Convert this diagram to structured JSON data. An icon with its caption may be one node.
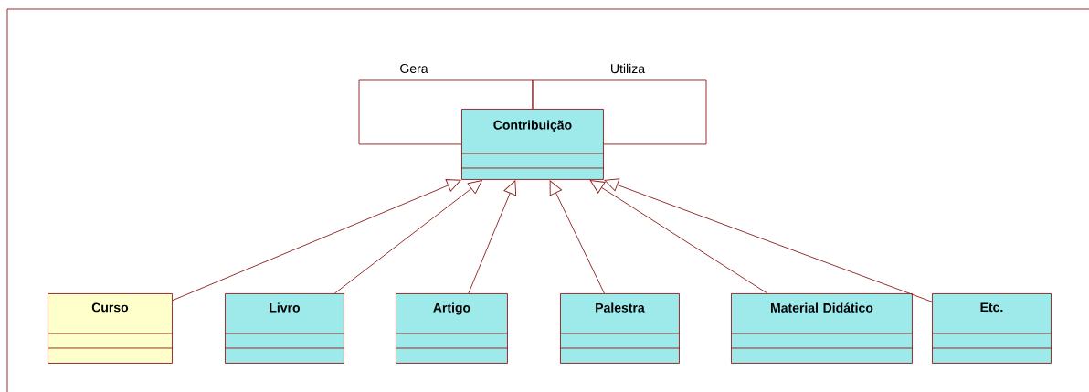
{
  "diagram": {
    "nodes": [
      {
        "text": [
          "Contribuição"
        ]
      },
      {
        "text": [
          "Curso"
        ]
      },
      {
        "text": [
          "Livro"
        ]
      },
      {
        "text": [
          "Artigo"
        ]
      },
      {
        "text": [
          "Palestra"
        ]
      },
      {
        "text": [
          "Material Didático"
        ]
      },
      {
        "text": [
          "Etc."
        ]
      }
    ],
    "edges": [
      {
        "from": 0,
        "to": 0,
        "arrow": "none",
        "label": "Gera"
      },
      {
        "from": 0,
        "to": 0,
        "arrow": "none",
        "label": "Utiliza"
      },
      {
        "from": 1,
        "to": 0,
        "arrow": "to"
      },
      {
        "from": 2,
        "to": 0,
        "arrow": "to"
      },
      {
        "from": 3,
        "to": 0,
        "arrow": "to"
      },
      {
        "from": 4,
        "to": 0,
        "arrow": "to"
      },
      {
        "from": 5,
        "to": 0,
        "arrow": "to"
      },
      {
        "from": 6,
        "to": 0,
        "arrow": "to"
      }
    ]
  }
}
